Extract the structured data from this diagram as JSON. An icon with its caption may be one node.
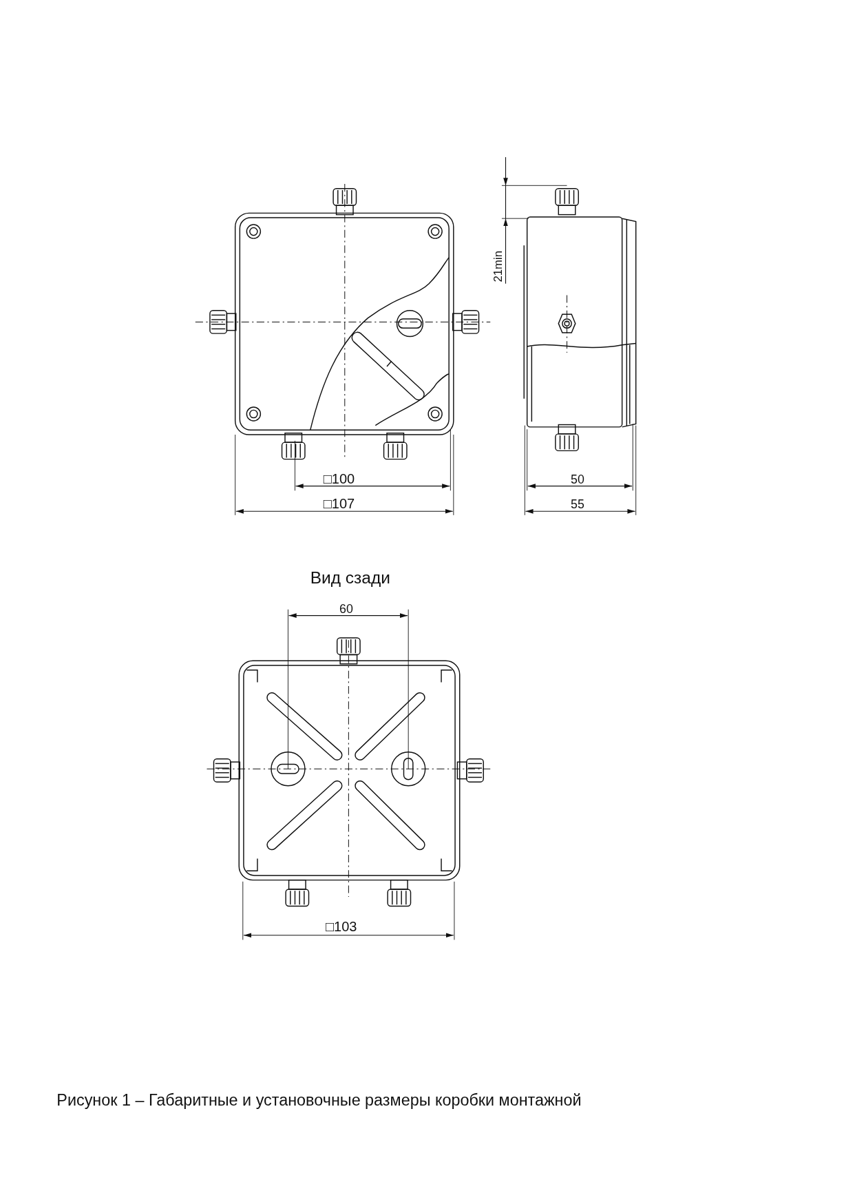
{
  "diagram": {
    "caption": "Рисунок 1 – Габаритные и установочные размеры коробки монтажной",
    "labels": [
      "21min",
      "□100",
      "□107",
      "50",
      "55",
      "Вид сзади",
      "60",
      "□103"
    ]
  }
}
